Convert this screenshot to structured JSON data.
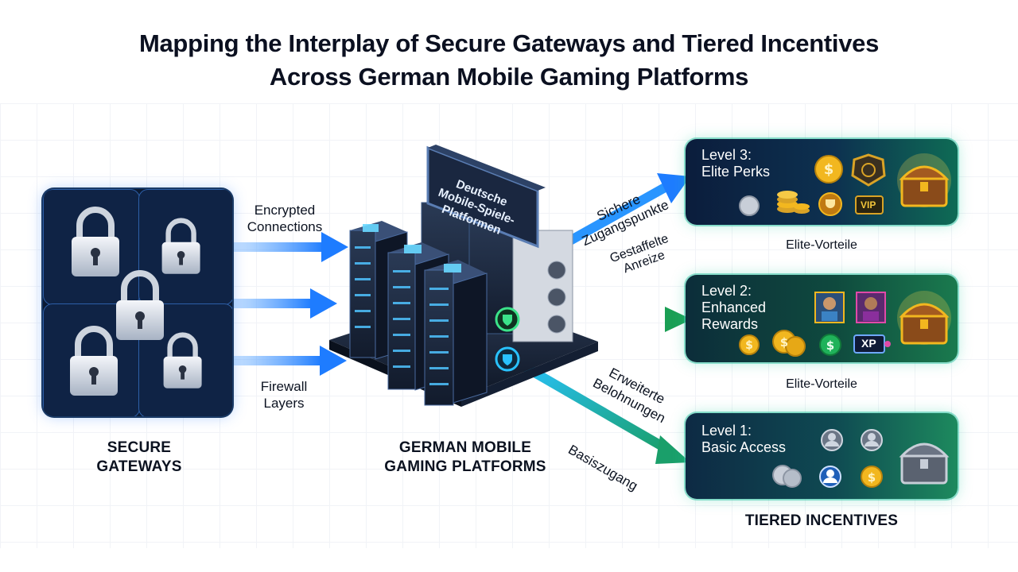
{
  "title": {
    "line1": "Mapping the Interplay of Secure Gateways and Tiered Incentives",
    "line2": "Across German Mobile Gaming Platforms"
  },
  "gateways": {
    "caption_line1": "SECURE",
    "caption_line2": "GATEWAYS"
  },
  "connections": {
    "encrypted_line1": "Encrypted",
    "encrypted_line2": "Connections",
    "firewall_line1": "Firewall",
    "firewall_line2": "Layers"
  },
  "platform": {
    "sign_line1": "Deutsche",
    "sign_line2": "Mobile-Spiele-",
    "sign_line3": "Platformen",
    "caption_line1": "GERMAN MOBILE",
    "caption_line2": "GAMING PLATFORMS"
  },
  "flows": {
    "top_line1": "Sichere",
    "top_line2": "Zugangspunkte",
    "mid_line1": "Gestaffelte",
    "mid_line2": "Anreize",
    "low_line1": "Erweiterte",
    "low_line2": "Belohnungen",
    "bottom": "Basiszugang"
  },
  "tiers": {
    "level3": {
      "title_line1": "Level 3:",
      "title_line2": "Elite Perks",
      "sub": "Elite-Vorteile",
      "vip": "VIP"
    },
    "level2": {
      "title_line1": "Level 2:",
      "title_line2": "Enhanced",
      "title_line3": "Rewards",
      "sub": "Elite-Vorteile",
      "xp": "XP"
    },
    "level1": {
      "title_line1": "Level 1:",
      "title_line2": "Basic Access"
    },
    "caption": "TIERED INCENTIVES"
  },
  "colors": {
    "navy": "#0b1a33",
    "accent_blue": "#1e90ff",
    "accent_green": "#2bd17e",
    "gold": "#f2b71f"
  }
}
